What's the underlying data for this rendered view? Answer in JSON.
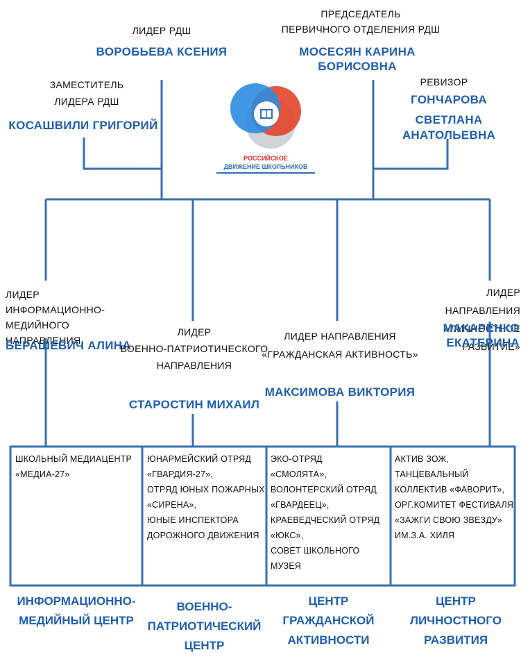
{
  "top": {
    "leader": {
      "role": "ЛИДЕР РДШ",
      "name": "ВОРОБЬЕВА КСЕНИЯ"
    },
    "chairman": {
      "role_lines": [
        "ПРЕДСЕДАТЕЛЬ",
        "ПЕРВИЧНОГО ОТДЕЛЕНИЯ РДШ"
      ],
      "name": "МОСЕСЯН КАРИНА БОРИСОВНА"
    },
    "deputy": {
      "role_lines": [
        "ЗАМЕСТИТЕЛЬ",
        "ЛИДЕРА РДШ"
      ],
      "name": "КОСАШВИЛИ ГРИГОРИЙ"
    },
    "auditor": {
      "role": "РЕВИЗОР",
      "name_lines": [
        "ГОНЧАРОВА",
        "СВЕТЛАНА АНАТОЛЬЕВНА"
      ]
    }
  },
  "logo": {
    "line1": "РОССИЙСКОЕ",
    "line2": "ДВИЖЕНИЕ ШКОЛЬНИКОВ"
  },
  "directions": [
    {
      "role_lines": [
        "ЛИДЕР",
        "ИНФОРМАЦИОННО-МЕДИЙНОГО",
        "НАПРАВЛЕНИЯ"
      ],
      "name": "БЕРАШЕВИЧ АЛИНА"
    },
    {
      "role_lines": [
        "ЛИДЕР",
        "ВОЕННО-ПАТРИОТИЧЕСКОГО",
        "НАПРАВЛЕНИЯ"
      ],
      "name": "СТАРОСТИН МИХАИЛ"
    },
    {
      "role_lines": [
        "ЛИДЕР НАПРАВЛЕНИЯ",
        "«ГРАЖДАНСКАЯ АКТИВНОСТЬ»"
      ],
      "name": "МАКСИМОВА ВИКТОРИЯ"
    },
    {
      "role_lines": [
        "ЛИДЕР НАПРАВЛЕНИЯ",
        "«ЛИЧНОСТНОЕ РАЗВИТИЕ»"
      ],
      "name": "МАКАРЕНКО ЕКАТЕРИНА"
    }
  ],
  "boxes": [
    "ШКОЛЬНЫЙ МЕДИАЦЕНТР\n«МЕДИА-27»",
    "ЮНАРМЕЙСКИЙ ОТРЯД\n«ГВАРДИЯ-27»,\nОТРЯД ЮНЫХ ПОЖАРНЫХ\n«СИРЕНА»,\nЮНЫЕ ИНСПЕКТОРА\nДОРОЖНОГО ДВИЖЕНИЯ",
    "ЭКО-ОТРЯД\n«СМОЛЯТА»,\nВОЛОНТЕРСКИЙ ОТРЯД\n«ГВАРДЕЕЦ»,\nКРАЕВЕДЧЕСКИЙ ОТРЯД\n«ЮКС»,\nСОВЕТ ШКОЛЬНОГО МУЗЕЯ",
    "АКТИВ ЗОЖ,\nТАНЦЕВАЛЬНЫЙ\nКОЛЛЕКТИВ «ФАВОРИТ»,\nОРГ.КОМИТЕТ ФЕСТИВАЛЯ\n«ЗАЖГИ СВОЮ ЗВЕЗДУ»\nИМ.З.А. ХИЛЯ"
  ],
  "centers": [
    "ИНФОРМАЦИОННО-\nМЕДИЙНЫЙ ЦЕНТР",
    "ВОЕННО-\nПАТРИОТИЧЕСКИЙ\nЦЕНТР",
    "ЦЕНТР\nГРАЖДАНСКОЙ\nАКТИВНОСТИ",
    "ЦЕНТР ЛИЧНОСТНОГО\nРАЗВИТИЯ"
  ],
  "colors": {
    "line": "#3a6fb0",
    "name": "#1f5fae",
    "logo_blue": "#2f8be0",
    "logo_red": "#e2452a",
    "logo_grey": "#c9ccd0"
  }
}
